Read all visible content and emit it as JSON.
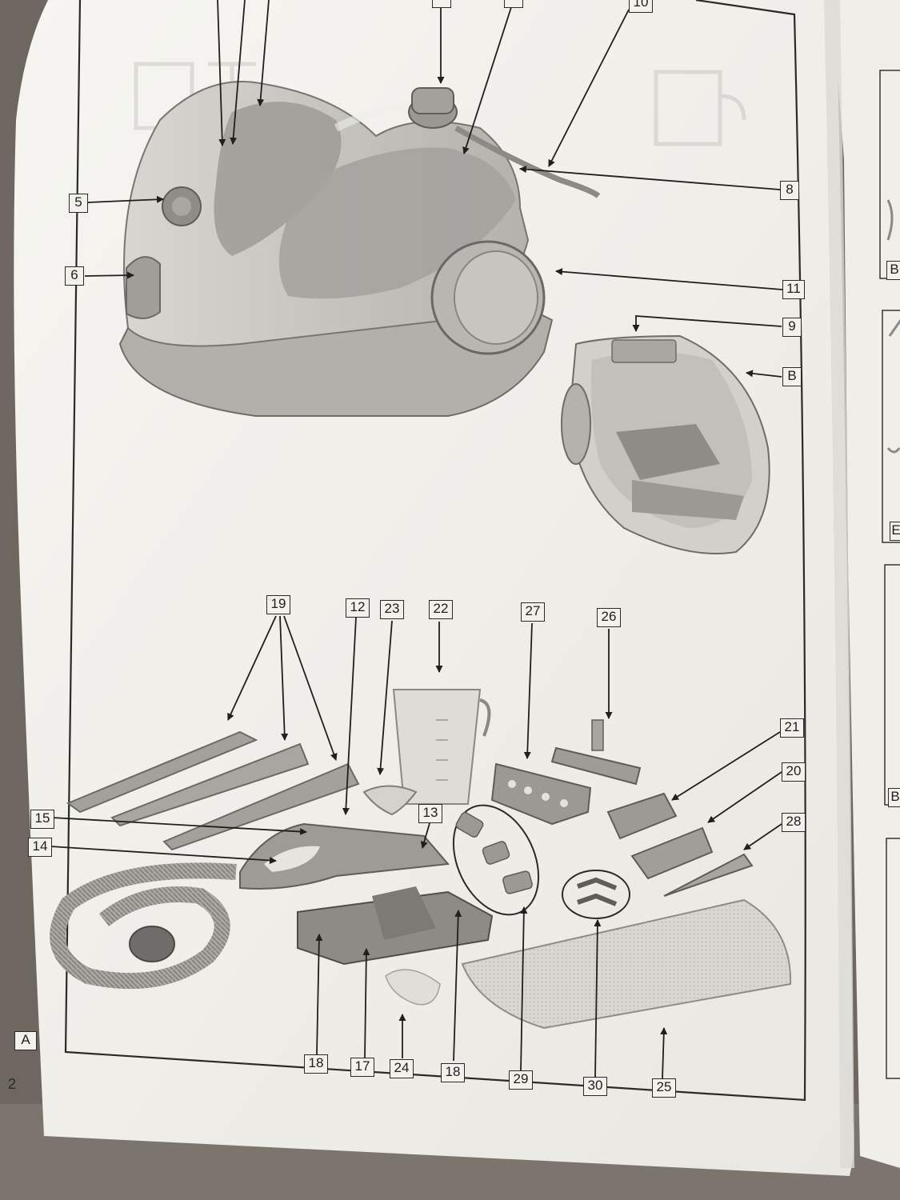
{
  "manual": {
    "page_number": "2",
    "figure_label": "A",
    "upper_callouts": {
      "c5": "5",
      "c6": "6",
      "c8": "8",
      "c11": "11",
      "c9": "9",
      "cB": "B",
      "c10": "10"
    },
    "accessory_callouts": {
      "c19": "19",
      "c12": "12",
      "c23": "23",
      "c22": "22",
      "c27": "27",
      "c26": "26",
      "c21": "21",
      "c20": "20",
      "c28": "28",
      "c15": "15",
      "c14": "14",
      "c13": "13"
    },
    "bottom_callouts": {
      "c18a": "18",
      "c17": "17",
      "c24": "24",
      "c18b": "18",
      "c29": "29",
      "c30": "30",
      "c25": "25"
    },
    "next_page_labels": [
      "B",
      "E",
      "B"
    ]
  }
}
